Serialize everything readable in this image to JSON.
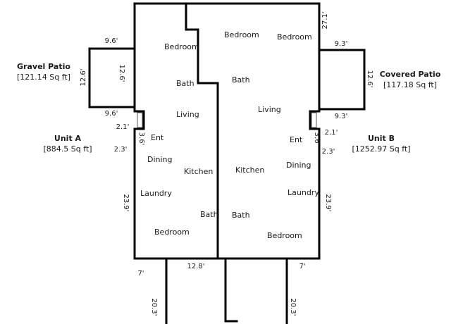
{
  "unit_a": {
    "title": "Unit A",
    "area": "[884.5 Sq ft]",
    "rooms": {
      "bedroom_top": "Bedroom",
      "bath_top": "Bath",
      "living": "Living",
      "entry": "Ent",
      "dining": "Dining",
      "kitchen": "Kitchen",
      "laundry": "Laundry",
      "bath_bottom": "Bath",
      "bedroom_bottom": "Bedroom"
    },
    "dims": {
      "width_bottom": "12.8'",
      "depth_left": "23.9'",
      "step_top": "2.1'",
      "step_mid": "3.6'",
      "step_bottom": "2.3'"
    }
  },
  "unit_b": {
    "title": "Unit B",
    "area": "[1252.97 Sq ft]",
    "rooms": {
      "bedroom_left": "Bedroom",
      "bedroom_right": "Bedroom",
      "bath_top": "Bath",
      "living": "Living",
      "entry": "Ent",
      "kitchen": "Kitchen",
      "dining": "Dining",
      "laundry": "Laundry",
      "bath_bottom": "Bath",
      "bedroom_bottom": "Bedroom"
    },
    "dims": {
      "depth_top": "27.1'",
      "depth_right": "23.9'",
      "step_top": "2.1'",
      "step_mid": "3.6'",
      "step_bottom": "2.3'"
    }
  },
  "gravel_patio": {
    "title": "Gravel Patio",
    "area": "[121.14 Sq ft]",
    "width_top": "9.6'",
    "width_bottom": "9.6'",
    "height_outer": "12.6'",
    "height_inner": "12.6'"
  },
  "covered_patio": {
    "title": "Covered Patio",
    "area": "[117.18 Sq ft]",
    "width_top": "9.3'",
    "width_bottom": "9.3'",
    "height": "12.6'"
  },
  "lower": {
    "left_offset": "7'",
    "right_offset": "7'",
    "left_depth": "20.3'",
    "right_depth": "20.3'"
  }
}
